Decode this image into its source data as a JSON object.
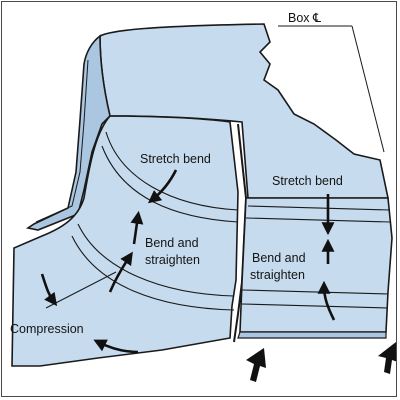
{
  "labels": {
    "box_centerline": "Box ℄",
    "left_panel_stretch": "Stretch bend",
    "left_panel_bend_line1": "Bend and",
    "left_panel_bend_line2": "straighten",
    "compression": "Compression",
    "right_panel_stretch": "Stretch bend",
    "right_panel_bend_line1": "Bend and",
    "right_panel_bend_line2": "straighten"
  },
  "colors": {
    "panel_fill": "#c6dbee",
    "panel_fill_dark": "#aac6e0",
    "outline": "#1a1a1a",
    "arrow": "#111111"
  },
  "icons": [
    "curved-arrow-icon",
    "straight-arrow-icon",
    "push-arrow-icon"
  ]
}
